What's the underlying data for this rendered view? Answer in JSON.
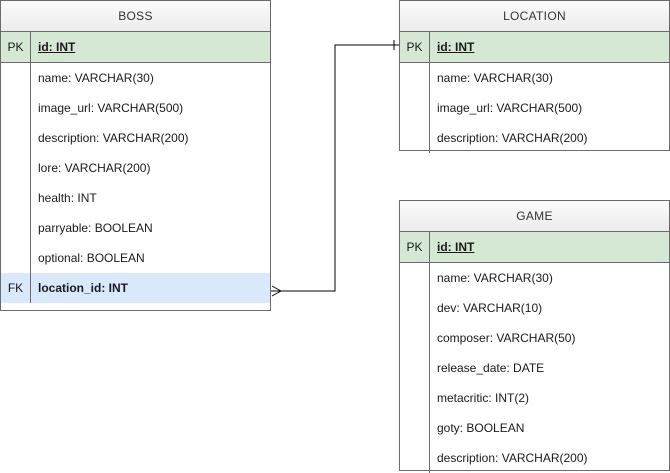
{
  "entities": {
    "boss": {
      "title": "BOSS",
      "pk": {
        "key": "PK",
        "attr": "id: INT"
      },
      "attrs": [
        "name: VARCHAR(30)",
        "image_url: VARCHAR(500)",
        "description: VARCHAR(200)",
        "lore: VARCHAR(200)",
        "health: INT",
        "parryable: BOOLEAN",
        "optional: BOOLEAN"
      ],
      "fk": {
        "key": "FK",
        "attr": "location_id: INT"
      }
    },
    "location": {
      "title": "LOCATION",
      "pk": {
        "key": "PK",
        "attr": "id: INT"
      },
      "attrs": [
        "name: VARCHAR(30)",
        "image_url: VARCHAR(500)",
        "description: VARCHAR(200)"
      ]
    },
    "game": {
      "title": "GAME",
      "pk": {
        "key": "PK",
        "attr": "id: INT"
      },
      "attrs": [
        "name: VARCHAR(30)",
        "dev: VARCHAR(10)",
        "composer: VARCHAR(50)",
        "release_date: DATE",
        "metacritic: INT(2)",
        "goty: BOOLEAN",
        "description: VARCHAR(200)"
      ]
    }
  },
  "colors": {
    "pk_fill": "#d5e8d4",
    "fk_fill": "#dae8fc",
    "border": "#6b6b6b",
    "connector": "#000000"
  }
}
